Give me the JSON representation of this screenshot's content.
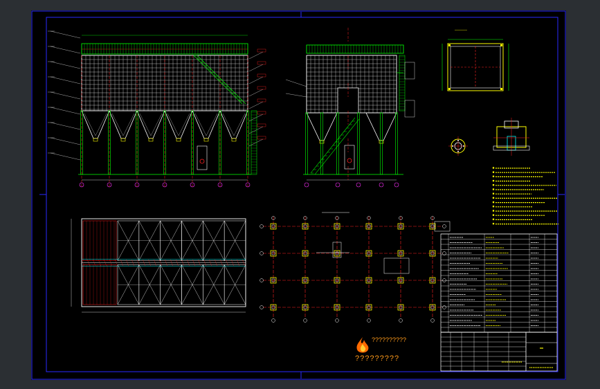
{
  "sheet": {
    "background": "#000000",
    "frame_color": "#2a2aff",
    "colors": {
      "white": "#ffffff",
      "green": "#00ff00",
      "red": "#ff2020",
      "yellow": "#ffff00",
      "cyan": "#00ffff",
      "magenta": "#ff30ff",
      "orange": "#ff9a1a"
    }
  },
  "drawing": {
    "views": [
      {
        "name": "front-elevation",
        "hopper_count": 6,
        "column_axes": 7
      },
      {
        "name": "side-elevation",
        "hopper_count": 2,
        "column_axes": 5
      },
      {
        "name": "top-section-view",
        "note": "detail"
      },
      {
        "name": "inlet-flange-detail"
      },
      {
        "name": "valve-detail"
      },
      {
        "name": "roof-plan"
      },
      {
        "name": "foundation-plan",
        "grid_cols": 6,
        "grid_rows": 4
      }
    ]
  },
  "watermark": {
    "brand_text": "??????????",
    "caption": "?????????",
    "logo": "flame-logo-icon"
  },
  "title_block": {
    "drawing_no": "LC-0000-00",
    "sheet": "?"
  }
}
